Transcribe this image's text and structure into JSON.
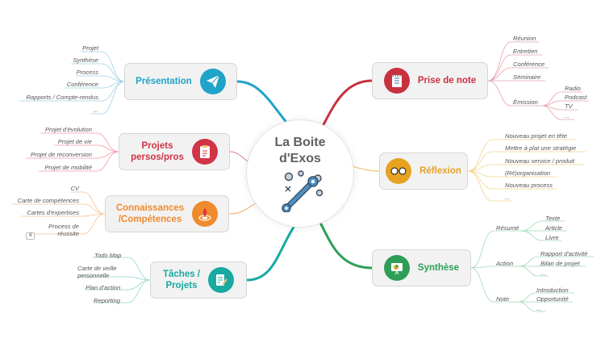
{
  "center": {
    "title": "La Boite\nd'Exos",
    "icon": "wrench-gears-icon"
  },
  "branches": {
    "presentation": {
      "label": "Présentation",
      "color": "#1fa3c9",
      "icon": "paper-plane-icon",
      "leaves": [
        "Projet",
        "Synthèse",
        "Process",
        "Conférence",
        "Rapports / Compte-rendus",
        "..."
      ]
    },
    "projets_perso": {
      "label": "Projets\npersos/pros",
      "color": "#d03447",
      "icon": "clipboard-icon",
      "leaves": [
        "Projet d'évolution",
        "Projet de vie",
        "Projet de reconversion",
        "Projet de mobilité"
      ]
    },
    "connaissances": {
      "label": "Connaissances\n/Compétences",
      "color": "#f08a2e",
      "icon": "target-icon",
      "leaves": [
        "CV",
        "Carte de compétences",
        "Cartes d'expertises",
        "Process de\nréussite"
      ],
      "badge": "4"
    },
    "taches": {
      "label": "Tâches /\nProjets",
      "color": "#19a9a0",
      "icon": "document-pen-icon",
      "leaves": [
        "Todo Map",
        "Carte de veille\npersonnelle",
        "Plan d'action",
        "Reporting"
      ]
    },
    "prise_de_note": {
      "label": "Prise de note",
      "color": "#c8323f",
      "icon": "notepad-icon",
      "leaves": [
        "Réunion",
        "Entretien",
        "Conférence",
        "Séminaire",
        "Émission"
      ],
      "emission_children": [
        "Radio",
        "Podcast",
        "TV",
        "..."
      ]
    },
    "reflexion": {
      "label": "Réflexion",
      "color": "#e7a21f",
      "icon": "glasses-icon",
      "leaves": [
        "Nouveau projet en tête",
        "Mettre à plat une stratégie",
        "Nouveau service / produit",
        "(Ré)organisation",
        "Nouveau process",
        "..."
      ]
    },
    "synthese": {
      "label": "Synthèse",
      "color": "#2e9e57",
      "icon": "chart-board-icon",
      "groups": [
        {
          "label": "Résumé",
          "children": [
            "Texte",
            "Article",
            "Livre"
          ]
        },
        {
          "label": "Action",
          "children": [
            "Rapport d'activité",
            "Bilan de projet",
            "..."
          ]
        },
        {
          "label": "Note",
          "children": [
            "Introduction",
            "Opportunité",
            "..."
          ]
        }
      ]
    }
  }
}
